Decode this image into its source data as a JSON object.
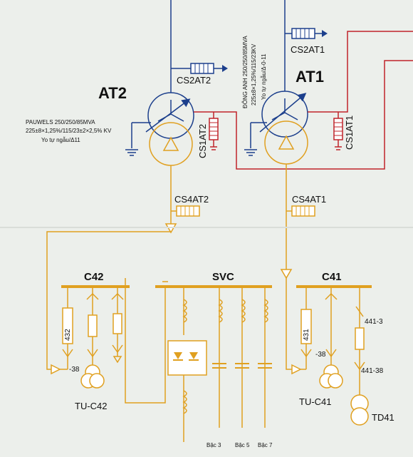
{
  "colors": {
    "background": "#ecefeb",
    "hv_blue": "#1c3f8c",
    "hv_red": "#c0242b",
    "mv_orange": "#e0a020",
    "ink": "#111111"
  },
  "transformers": {
    "at2": {
      "label": "AT2",
      "spec_1": "PAUWELS 250/250/85MVA",
      "spec_2": "225±8×1,25%/115/23±2×2,5% KV",
      "spec_3": "Yo tự ngẫu/Δ11",
      "ct_hv": "CS2AT2",
      "ct_mv": "CS1AT2",
      "ct_tv": "CS4AT2"
    },
    "at1": {
      "label": "AT1",
      "spec_1": "ĐÔNG ANH 250/250/85MVA",
      "spec_2": "225±8×1,25%/115/23KV",
      "spec_3": "Yo tự ngẫu/Δ-0-11",
      "ct_hv": "CS2AT1",
      "ct_mv": "CS1AT1",
      "ct_tv": "CS4AT1"
    }
  },
  "busbars": {
    "c42": "C42",
    "svc": "SVC",
    "c41": "C41"
  },
  "feeders": {
    "c42_bay": "432",
    "c42_ds": "-38",
    "c42_vt": "TU-C42",
    "c41_bay": "431",
    "c41_ds": "-38",
    "c41_vt": "TU-C41",
    "c41_aux_breaker": "441-3",
    "c41_aux_ds": "441-38",
    "c41_aux_tr": "TD41"
  },
  "svc_filters": [
    "Bậc 3",
    "Bậc 5",
    "Bậc 7"
  ],
  "icons": [
    "transformer-winding-icon",
    "delta-winding-icon",
    "current-transformer-icon",
    "ground-icon",
    "thyristor-valve-icon",
    "reactor-icon",
    "capacitor-icon",
    "voltage-transformer-icon"
  ]
}
